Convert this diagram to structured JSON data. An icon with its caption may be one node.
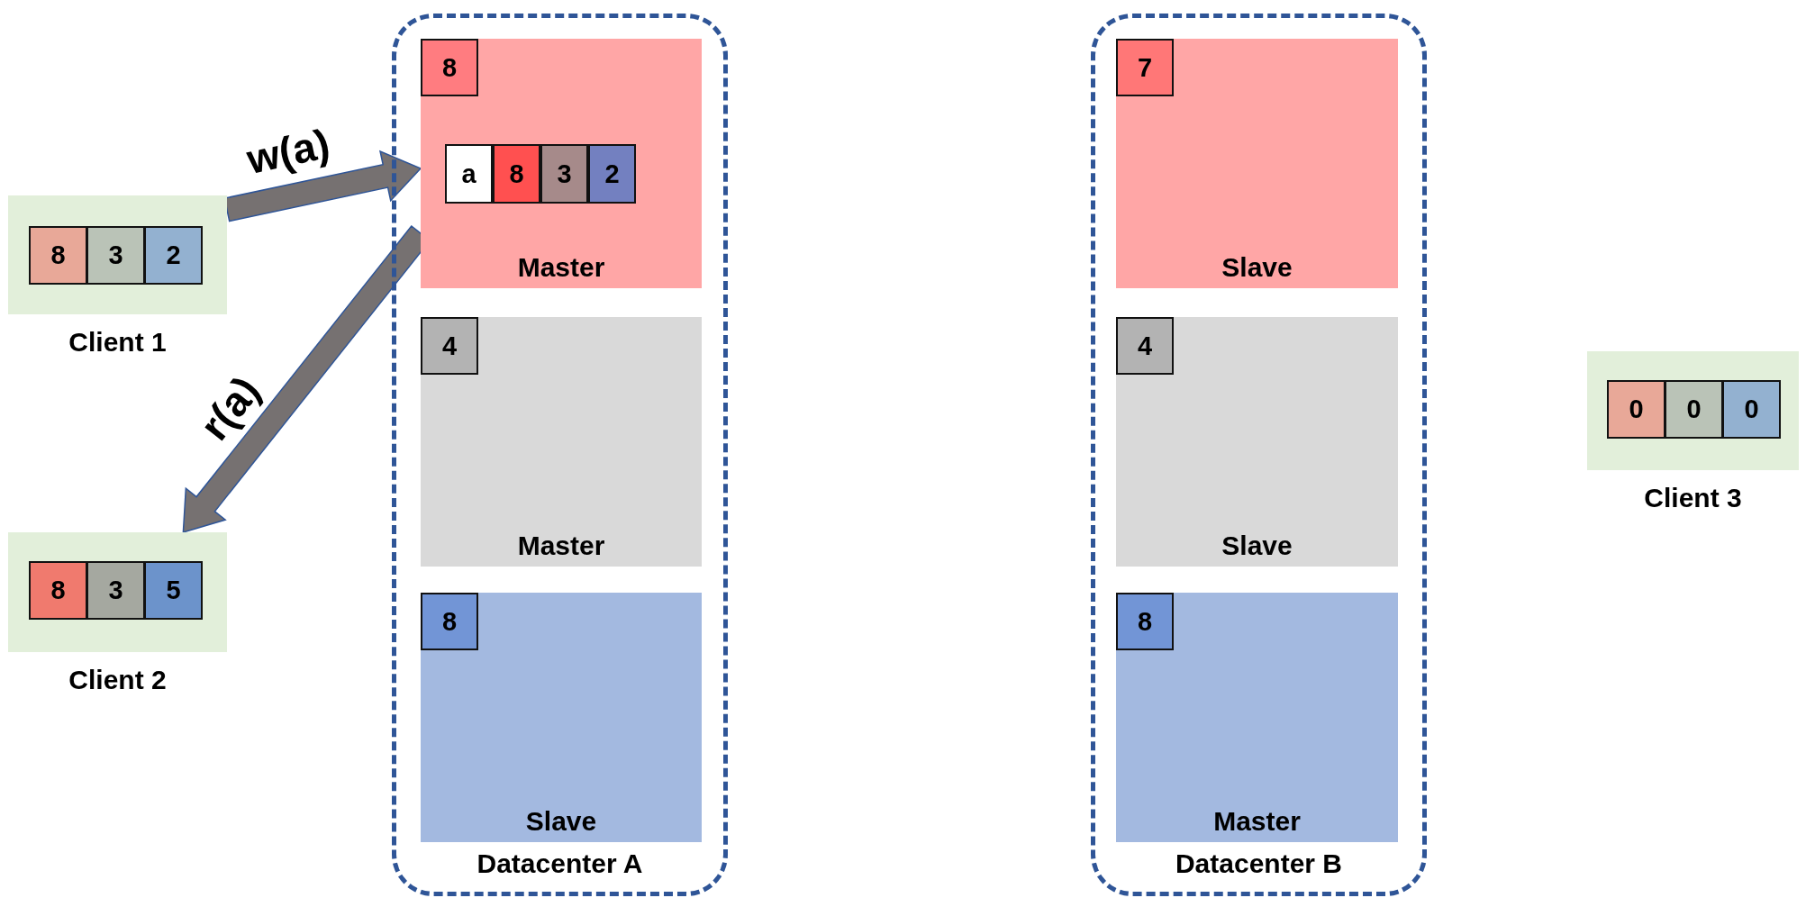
{
  "diagram": {
    "nodes": [
      {
        "text": [
          "Datacenter A"
        ]
      },
      {
        "text": [
          "Master"
        ],
        "in": 0
      },
      {
        "text": [
          "8"
        ],
        "in": 1
      },
      {
        "text": [
          "a"
        ],
        "in": 1
      },
      {
        "text": [
          "8"
        ],
        "in": 1
      },
      {
        "text": [
          "3"
        ],
        "in": 1
      },
      {
        "text": [
          "2"
        ],
        "in": 1
      },
      {
        "text": [
          "Master"
        ],
        "in": 0
      },
      {
        "text": [
          "4"
        ],
        "in": 7
      },
      {
        "text": [
          "Slave"
        ],
        "in": 0
      },
      {
        "text": [
          "8"
        ],
        "in": 9
      },
      {
        "text": [
          "Datacenter B"
        ]
      },
      {
        "text": [
          "Slave"
        ],
        "in": 11
      },
      {
        "text": [
          "7"
        ],
        "in": 12
      },
      {
        "text": [
          "Slave"
        ],
        "in": 11
      },
      {
        "text": [
          "4"
        ],
        "in": 14
      },
      {
        "text": [
          "Master"
        ],
        "in": 11
      },
      {
        "text": [
          "8"
        ],
        "in": 16
      },
      {
        "text": [
          "Client 1"
        ]
      },
      {
        "text": [
          "8"
        ],
        "in": 18
      },
      {
        "text": [
          "3"
        ],
        "in": 18
      },
      {
        "text": [
          "2"
        ],
        "in": 18
      },
      {
        "text": [
          "Client 2"
        ]
      },
      {
        "text": [
          "8"
        ],
        "in": 22
      },
      {
        "text": [
          "3"
        ],
        "in": 22
      },
      {
        "text": [
          "5"
        ],
        "in": 22
      },
      {
        "text": [
          "Client 3"
        ]
      },
      {
        "text": [
          "0"
        ],
        "in": 26
      },
      {
        "text": [
          "0"
        ],
        "in": 26
      },
      {
        "text": [
          "0"
        ],
        "in": 26
      }
    ],
    "edges": [
      {
        "from": 18,
        "to": 1,
        "arrow": "to",
        "label": "w(a)"
      },
      {
        "from": 1,
        "to": 22,
        "arrow": "to",
        "label": "r(a)"
      }
    ]
  }
}
